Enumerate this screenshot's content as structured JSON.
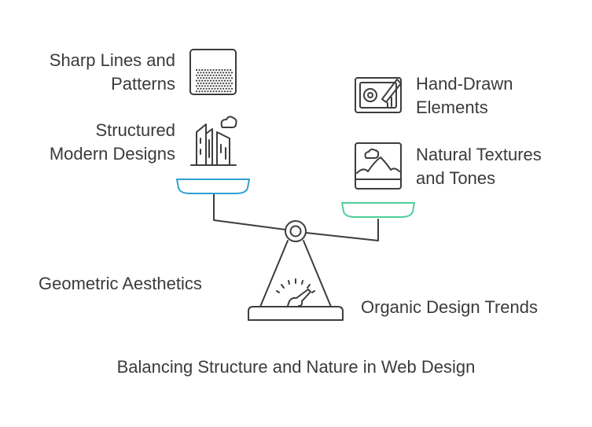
{
  "left_side": {
    "items": [
      {
        "line1": "Sharp Lines and",
        "line2": "Patterns",
        "icon": "dotted-pattern-icon"
      },
      {
        "line1": "Structured",
        "line2": "Modern Designs",
        "icon": "city-buildings-icon"
      }
    ],
    "label": "Geometric Aesthetics",
    "pan_color": "#2e9fd0"
  },
  "right_side": {
    "items": [
      {
        "line1": "Hand-Drawn",
        "line2": "Elements",
        "icon": "drawing-tablet-icon"
      },
      {
        "line1": "Natural Textures",
        "line2": "and Tones",
        "icon": "landscape-image-icon"
      }
    ],
    "label": "Organic Design Trends",
    "pan_color": "#4fcf99"
  },
  "title": "Balancing Structure and Nature in Web Design",
  "colors": {
    "stroke": "#3d3d3d",
    "text": "#3b3b3b"
  }
}
